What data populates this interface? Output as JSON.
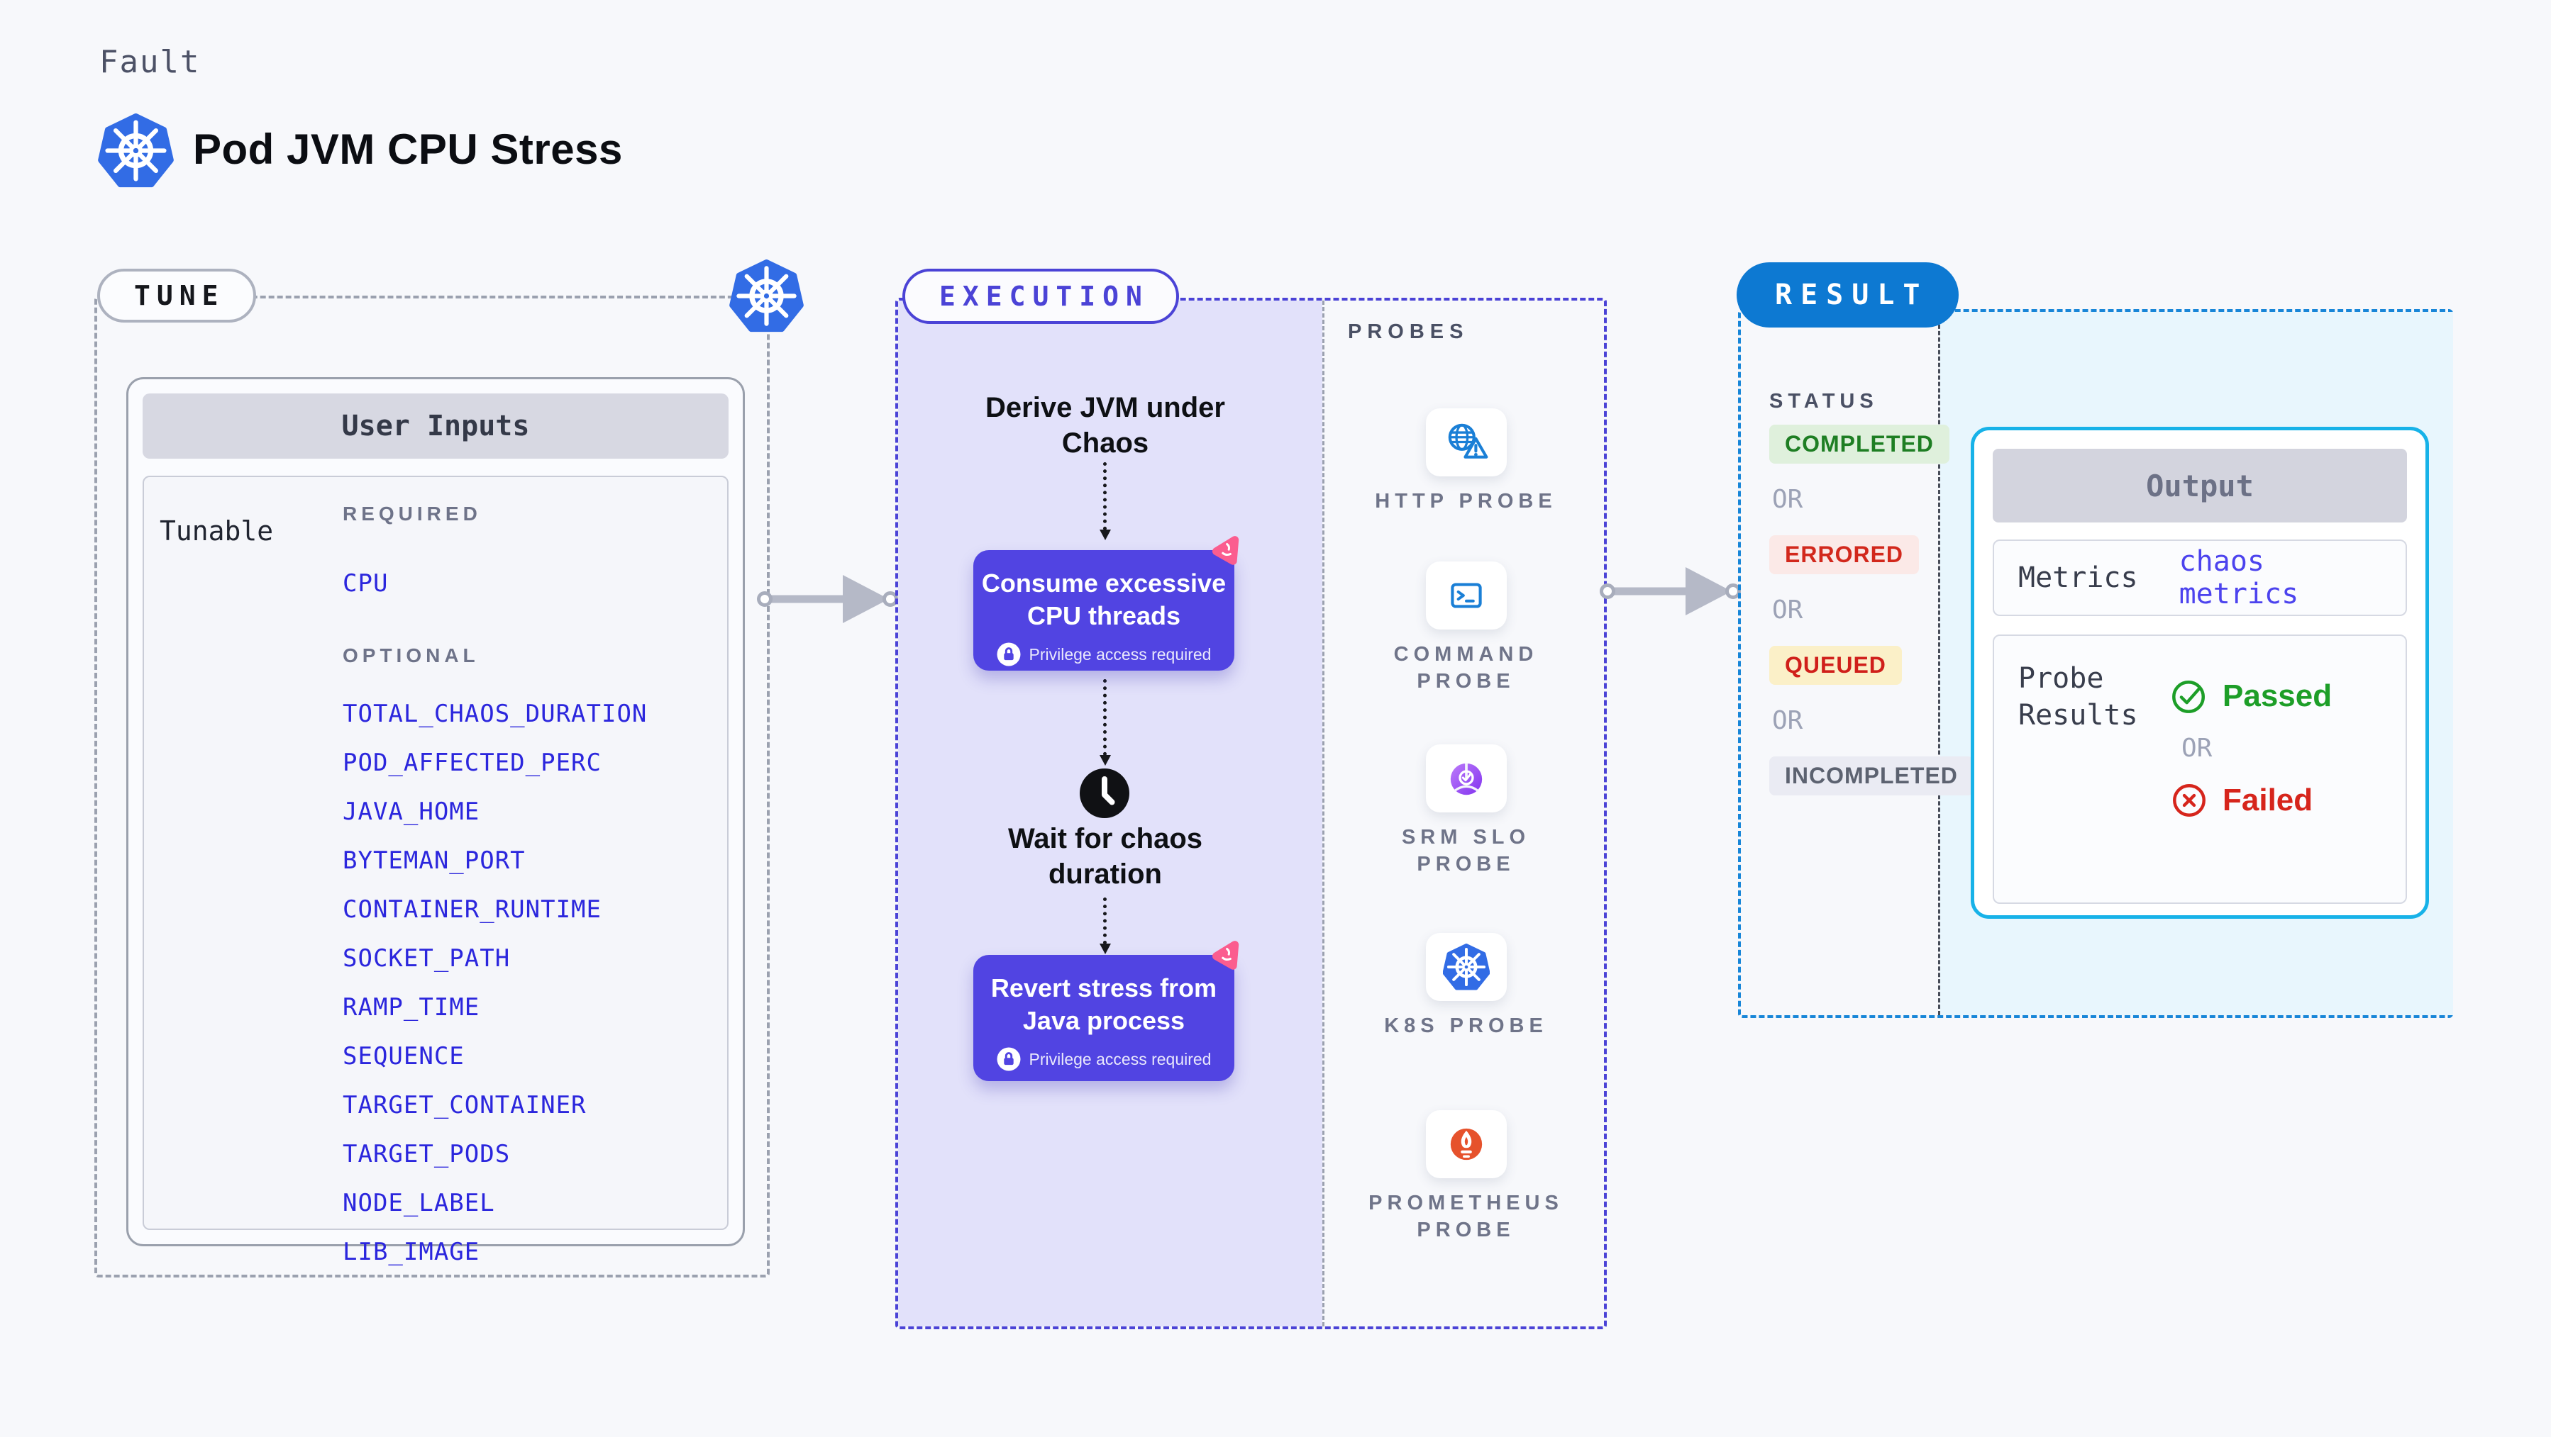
{
  "header": {
    "kicker": "Fault",
    "title": "Pod JVM CPU Stress"
  },
  "tune": {
    "label": "TUNE",
    "card_title": "User Inputs",
    "row_label": "Tunable",
    "required_label": "REQUIRED",
    "optional_label": "OPTIONAL",
    "required_params": [
      "CPU"
    ],
    "optional_params": [
      "TOTAL_CHAOS_DURATION",
      "POD_AFFECTED_PERC",
      "JAVA_HOME",
      "BYTEMAN_PORT",
      "CONTAINER_RUNTIME",
      "SOCKET_PATH",
      "RAMP_TIME",
      "SEQUENCE",
      "TARGET_CONTAINER",
      "TARGET_PODS",
      "NODE_LABEL",
      "LIB_IMAGE"
    ]
  },
  "execution": {
    "label": "EXECUTION",
    "step1": "Derive JVM under Chaos",
    "box1": "Consume excessive CPU threads",
    "wait_step": "Wait for chaos duration",
    "box2": "Revert stress from Java process",
    "privilege_note": "Privilege access required"
  },
  "probes": {
    "label": "PROBES",
    "items": [
      {
        "label": "HTTP PROBE",
        "icon": "icon-http-probe"
      },
      {
        "label": "COMMAND PROBE",
        "icon": "icon-command-probe"
      },
      {
        "label": "SRM SLO PROBE",
        "icon": "icon-srm-slo-probe"
      },
      {
        "label": "K8S PROBE",
        "icon": "icon-k8s"
      },
      {
        "label": "PROMETHEUS PROBE",
        "icon": "icon-prometheus-probe"
      }
    ]
  },
  "result": {
    "label": "RESULT",
    "status_label": "STATUS",
    "or_label": "OR",
    "statuses": [
      {
        "label": "COMPLETED",
        "bg": "#dff0dc",
        "color": "#1e7e23"
      },
      {
        "label": "ERRORED",
        "bg": "#fbe9e7",
        "color": "#d2281c"
      },
      {
        "label": "QUEUED",
        "bg": "#fbf0c8",
        "color": "#d01f1a"
      },
      {
        "label": "INCOMPLETED",
        "bg": "#eaebf3",
        "color": "#5c6270"
      }
    ],
    "output": {
      "title": "Output",
      "metrics_label": "Metrics",
      "metrics_value": "chaos metrics",
      "probe_results_label": "Probe Results",
      "passed_label": "Passed",
      "failed_label": "Failed"
    }
  },
  "colors": {
    "page_bg": "#f7f8fb",
    "indigo_accent": "#4b43d6",
    "execution_fill": "#e2e1fa",
    "chaos_box_purple": "#5144e2",
    "chaos_badge_pink": "#fb5d8f",
    "kubernetes_blue": "#326ce5",
    "probe_icon_blue": "#1a7fd6",
    "srm_purple": "#8233ef",
    "prometheus_orange": "#e6522c",
    "result_blue": "#0d79d2",
    "output_border_cyan": "#17b2e8",
    "result_panel_cyan": "#e8f6fd",
    "param_blue": "#2b26dd",
    "metrics_value_blue": "#4c43ee",
    "passed_green": "#1d9e28",
    "failed_red": "#d6251c",
    "arrow_gray": "#b5b9c7"
  }
}
